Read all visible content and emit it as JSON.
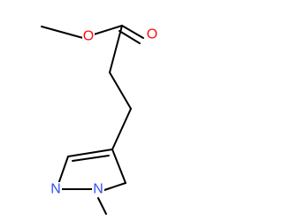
{
  "colors": {
    "background": "#ffffff",
    "bond": "#000000",
    "oxygen": "#ff0d0d",
    "nitrogen": "#3050f8"
  },
  "atoms": {
    "ester_oxygen": "O",
    "carbonyl_oxygen": "O",
    "ring_nitrogen_n2": "N",
    "ring_nitrogen_n1": "N"
  }
}
